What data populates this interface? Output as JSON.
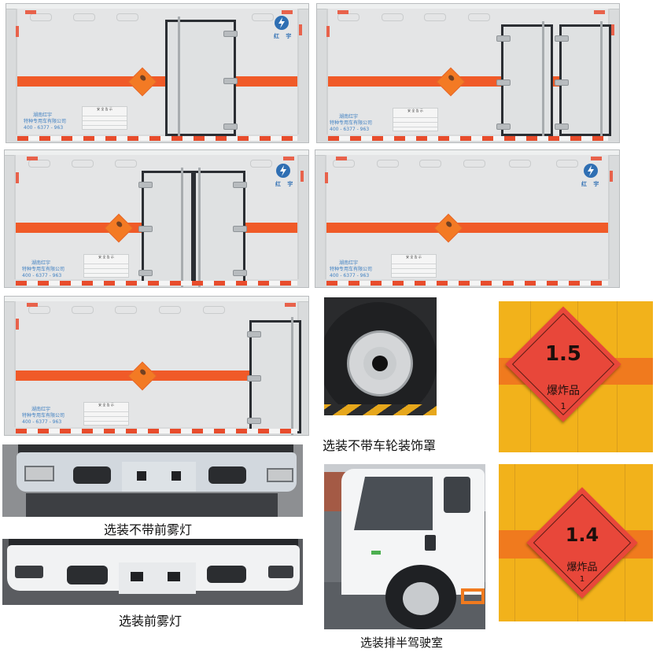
{
  "panels": {
    "side_view_1": {
      "logo_text": "红 宇",
      "company_line1": "湖南红宇",
      "company_line2": "特种专用车有限公司",
      "phone": "400 - 6377 - 963",
      "safety_board_title": "安 全 告 示",
      "door_config": "single rear door"
    },
    "side_view_2": {
      "company_line1": "湖南红宇",
      "company_line2": "特种专用车有限公司",
      "phone": "400 - 6377 - 963",
      "safety_board_title": "安 全 告 示",
      "door_config": "two side doors"
    },
    "side_view_3": {
      "logo_text": "红 宇",
      "company_line1": "湖南红宇",
      "company_line2": "特种专用车有限公司",
      "phone": "400 - 6377 - 963",
      "safety_board_title": "安 全 告 示",
      "door_config": "double door"
    },
    "side_view_4": {
      "logo_text": "红 宇",
      "company_line1": "湖南红宇",
      "company_line2": "特种专用车有限公司",
      "phone": "400 - 6377 - 963",
      "safety_board_title": "安 全 告 示",
      "door_config": "no door"
    },
    "side_view_5": {
      "company_line1": "湖南红宇",
      "company_line2": "特种专用车有限公司",
      "phone": "400 - 6377 - 963",
      "safety_board_title": "安 全 告 示",
      "door_config": "single rear door"
    }
  },
  "placards": [
    {
      "division": "1.5",
      "label": "爆炸品",
      "class": "1"
    },
    {
      "division": "1.4",
      "label": "爆炸品",
      "class": "1"
    }
  ],
  "captions": {
    "wheel": "选装不带车轮装饰罩",
    "no_fog_lamp": "选装不带前雾灯",
    "fog_lamp": "选装前雾灯",
    "half_cab": "选装排半驾驶室"
  },
  "colors": {
    "stripe_orange": "#f05a28",
    "placard_red": "#e8473a",
    "panel_yellow": "#f2b21b",
    "logo_blue": "#2f6fb3"
  }
}
